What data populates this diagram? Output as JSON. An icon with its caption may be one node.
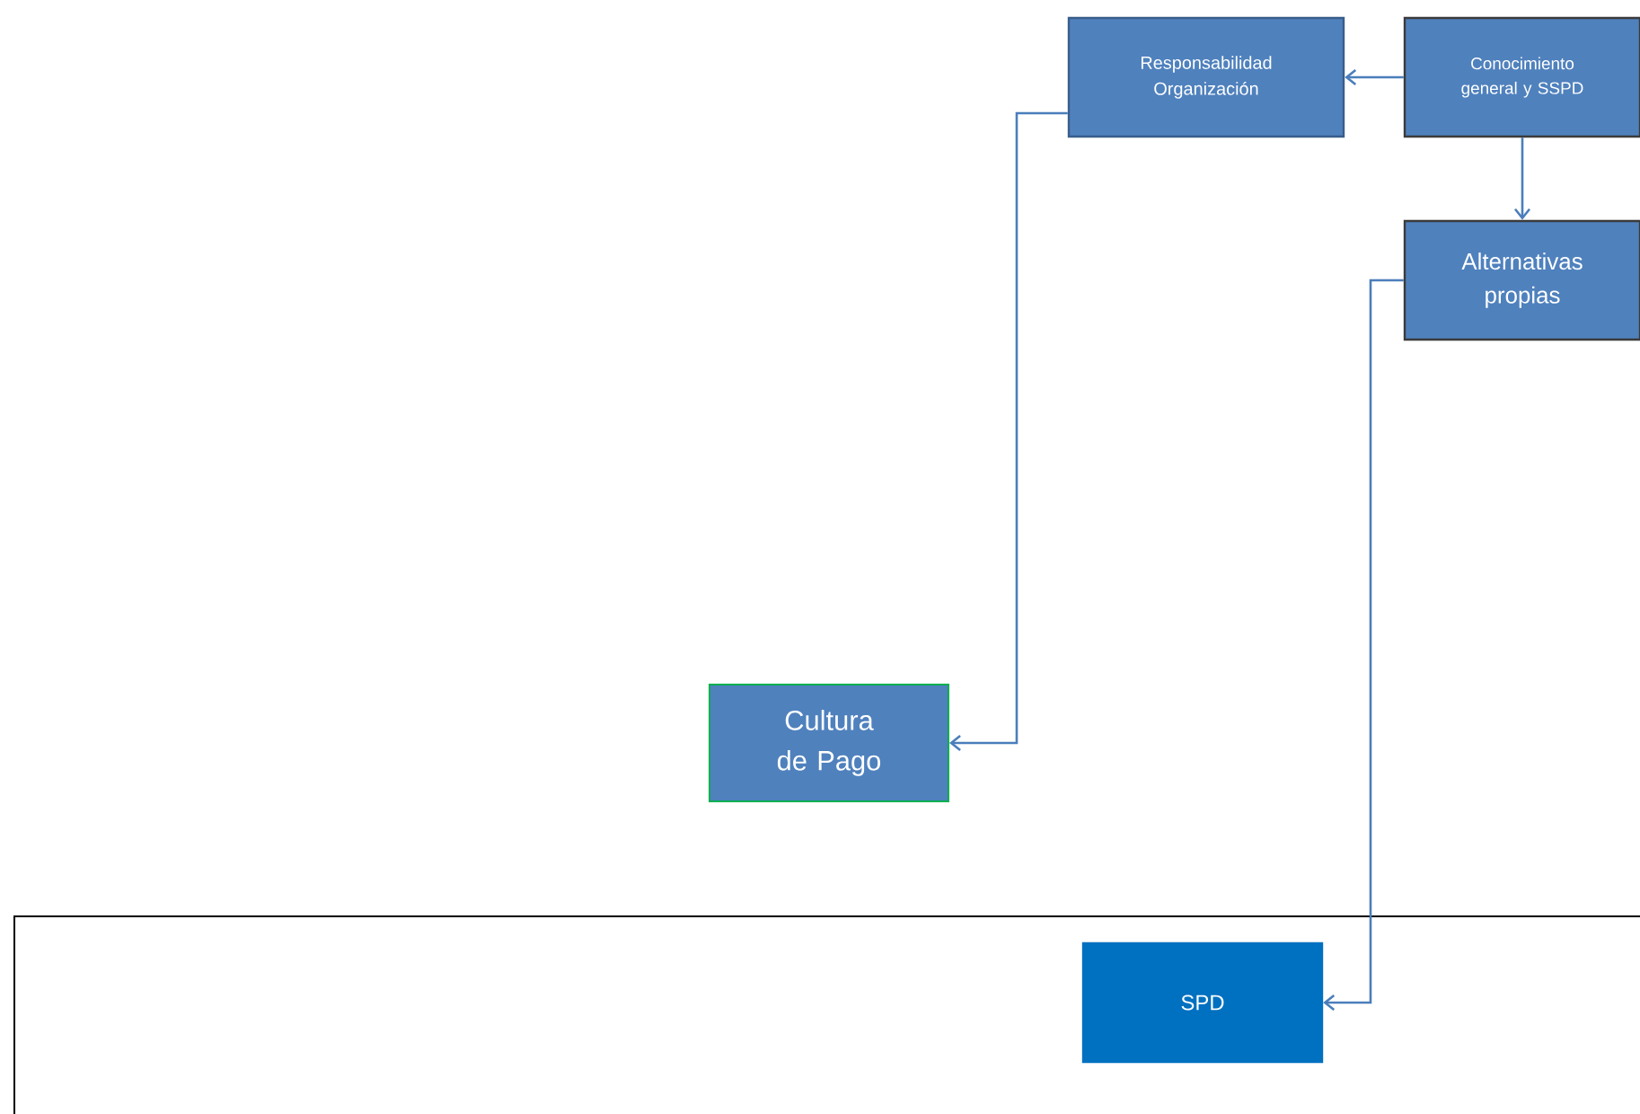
{
  "diagram": {
    "nodes": [
      {
        "text": [
          "Responsabilidad Organización"
        ]
      },
      {
        "text": [
          "Conocimiento general y SSPD"
        ]
      },
      {
        "text": [
          "Alternativas propias"
        ]
      },
      {
        "text": [
          "Cultura de Pago"
        ]
      },
      {
        "text": [],
        "shape": "box"
      },
      {
        "text": [
          "SPD"
        ],
        "in": 4
      }
    ],
    "edges": [
      {
        "from": 1,
        "to": 0,
        "arrow": "to"
      },
      {
        "from": 1,
        "to": 2,
        "arrow": "to"
      },
      {
        "from": 0,
        "to": 3,
        "arrow": "to"
      },
      {
        "from": 2,
        "to": 5,
        "arrow": "to"
      }
    ]
  }
}
